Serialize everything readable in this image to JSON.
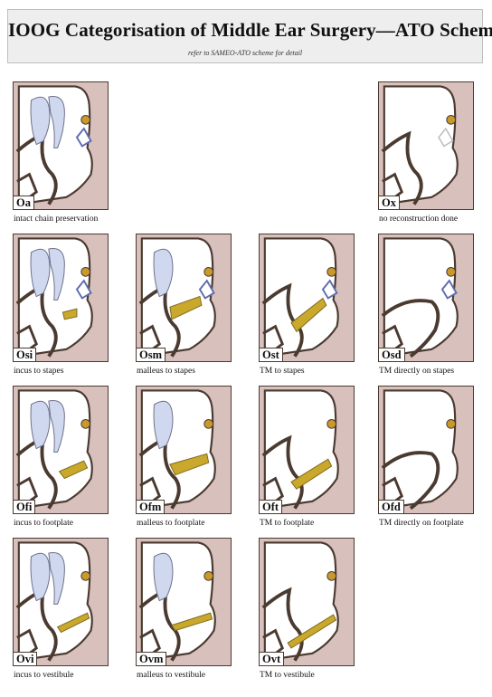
{
  "title": "IOOG Categorisation of Middle Ear Surgery—ATO Scheme",
  "subtitle": "refer to SAMEO-ATO scheme for detail",
  "colors": {
    "tissue": "#d8c0bc",
    "ossicle": "#cfd8ee",
    "prosthesis": "#c9a82c",
    "outline": "#4a3a30"
  },
  "panels": [
    {
      "id": "Oa",
      "code": "Oa",
      "caption": "intact chain preservation",
      "incus": true,
      "malleus": true,
      "stapes": "full",
      "prosthesis": "none",
      "drumhead": "normal"
    },
    {
      "id": "Ox",
      "code": "Ox",
      "caption": "no reconstruction done",
      "incus": false,
      "malleus": false,
      "stapes": "faint",
      "prosthesis": "none",
      "drumhead": "normal"
    },
    {
      "id": "Osi",
      "code": "Osi",
      "caption": "incus to stapes",
      "incus": true,
      "malleus": true,
      "stapes": "full",
      "prosthesis": "incus-stapes",
      "drumhead": "normal"
    },
    {
      "id": "Osm",
      "code": "Osm",
      "caption": "malleus to stapes",
      "incus": false,
      "malleus": true,
      "stapes": "full",
      "prosthesis": "malleus-stapes",
      "drumhead": "normal"
    },
    {
      "id": "Ost",
      "code": "Ost",
      "caption": "TM to stapes",
      "incus": false,
      "malleus": false,
      "stapes": "full",
      "prosthesis": "tm-stapes",
      "drumhead": "normal"
    },
    {
      "id": "Osd",
      "code": "Osd",
      "caption": "TM directly on stapes",
      "incus": false,
      "malleus": false,
      "stapes": "full",
      "prosthesis": "none",
      "drumhead": "collapsed"
    },
    {
      "id": "Ofi",
      "code": "Ofi",
      "caption": "incus to footplate",
      "incus": true,
      "malleus": true,
      "stapes": "none",
      "prosthesis": "incus-footplate",
      "drumhead": "normal"
    },
    {
      "id": "Ofm",
      "code": "Ofm",
      "caption": "malleus to footplate",
      "incus": false,
      "malleus": true,
      "stapes": "none",
      "prosthesis": "malleus-footplate",
      "drumhead": "normal"
    },
    {
      "id": "Oft",
      "code": "Oft",
      "caption": "TM to footplate",
      "incus": false,
      "malleus": false,
      "stapes": "none",
      "prosthesis": "tm-footplate",
      "drumhead": "normal"
    },
    {
      "id": "Ofd",
      "code": "Ofd",
      "caption": "TM directly on footplate",
      "incus": false,
      "malleus": false,
      "stapes": "none",
      "prosthesis": "none",
      "drumhead": "collapsed"
    },
    {
      "id": "Ovi",
      "code": "Ovi",
      "caption": "incus to vestibule",
      "incus": true,
      "malleus": true,
      "stapes": "none",
      "prosthesis": "incus-vestibule",
      "drumhead": "normal"
    },
    {
      "id": "Ovm",
      "code": "Ovm",
      "caption": "malleus to vestibule",
      "incus": false,
      "malleus": true,
      "stapes": "none",
      "prosthesis": "malleus-vestibule",
      "drumhead": "normal"
    },
    {
      "id": "Ovt",
      "code": "Ovt",
      "caption": "TM to vestibule",
      "incus": false,
      "malleus": false,
      "stapes": "none",
      "prosthesis": "tm-vestibule",
      "drumhead": "normal"
    }
  ]
}
